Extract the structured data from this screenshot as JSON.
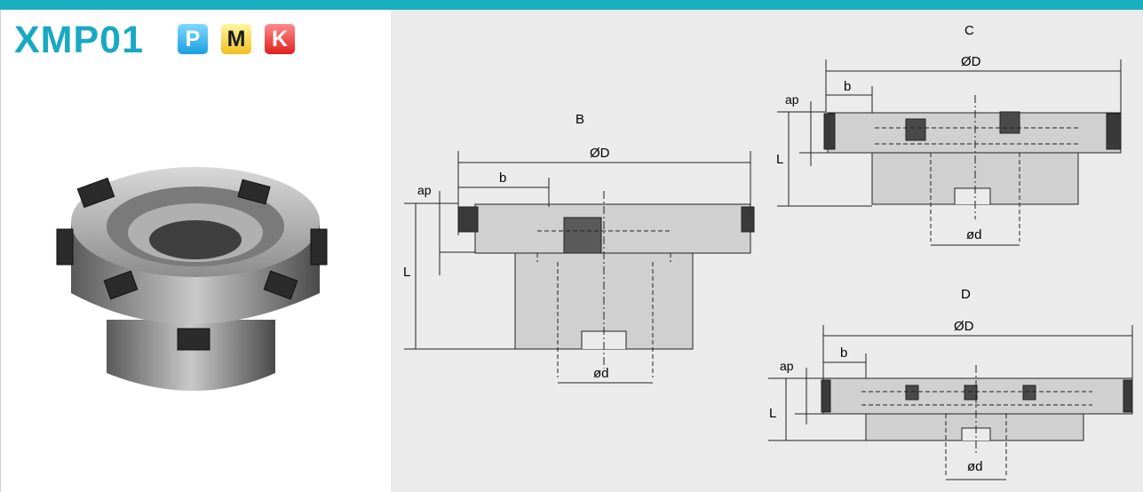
{
  "product": {
    "title": "XMP01",
    "badges": [
      "P",
      "M",
      "K"
    ],
    "colors": {
      "accent": "#1aafc0",
      "badge_p": "#1a9fe0",
      "badge_m": "#f0c020",
      "badge_k": "#e02020"
    }
  },
  "diagram_b": {
    "view_label": "B",
    "dia_label": "ØD",
    "bore_label": "ød",
    "b_label": "b",
    "ap_label": "ap",
    "l_label": "L"
  },
  "diagram_c": {
    "view_label": "C",
    "dia_label": "ØD",
    "bore_label": "ød",
    "b_label": "b",
    "ap_label": "ap",
    "l_label": "L"
  },
  "diagram_d": {
    "view_label": "D",
    "dia_label": "ØD",
    "bore_label": "ød",
    "b_label": "b",
    "ap_label": "ap",
    "l_label": "L"
  }
}
